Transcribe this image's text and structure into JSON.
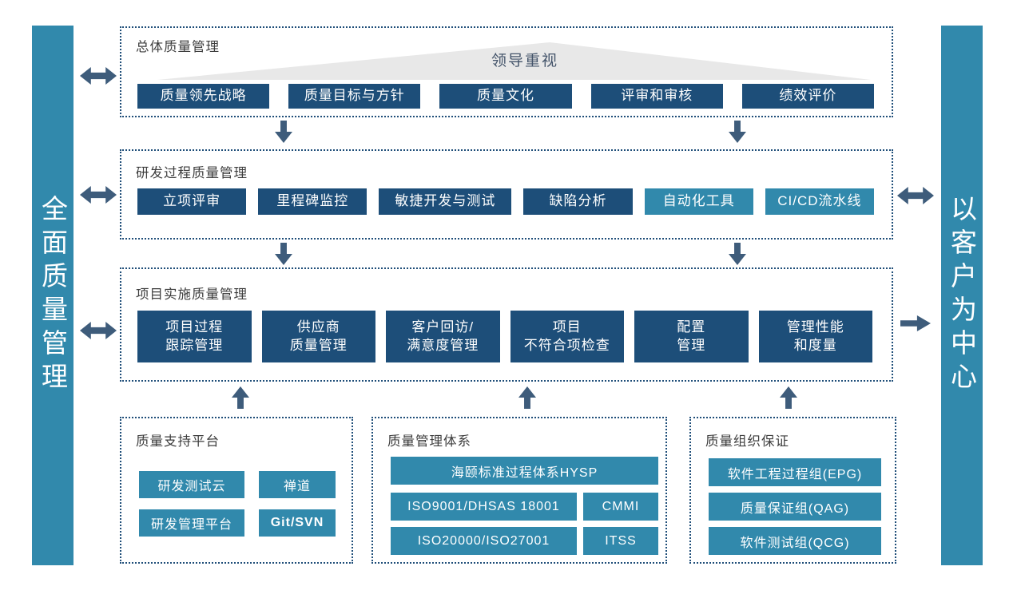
{
  "colors": {
    "navy_block": "#1d4e79",
    "teal_block": "#3189ac",
    "arrow": "#3e5c7b",
    "dotted_border": "#1f4e79",
    "triangle_fill": "#e8e8e8",
    "banner_text": "#44546a"
  },
  "left_bar": {
    "text": "全面质量管理"
  },
  "right_bar": {
    "text": "以客户为中心"
  },
  "sections": {
    "overall": {
      "title": "总体质量管理",
      "banner": "领导重视",
      "items": [
        "质量领先战略",
        "质量目标与方针",
        "质量文化",
        "评审和审核",
        "绩效评价"
      ]
    },
    "rnd": {
      "title": "研发过程质量管理",
      "items": [
        "立项评审",
        "里程碑监控",
        "敏捷开发与测试",
        "缺陷分析",
        "自动化工具",
        "CI/CD流水线"
      ]
    },
    "project": {
      "title": "项目实施质量管理",
      "items": [
        "项目过程\n跟踪管理",
        "供应商\n质量管理",
        "客户回访/\n满意度管理",
        "项目\n不符合项检查",
        "配置\n管理",
        "管理性能\n和度量"
      ]
    },
    "platform": {
      "title": "质量支持平台",
      "items": [
        "研发测试云",
        "禅道",
        "研发管理平台",
        "Git/SVN"
      ]
    },
    "system": {
      "title": "质量管理体系",
      "items": [
        "海颐标准过程体系HYSP",
        "ISO9001/DHSAS 18001",
        "CMMI",
        "ISO20000/ISO27001",
        "ITSS"
      ]
    },
    "org": {
      "title": "质量组织保证",
      "items": [
        "软件工程过程组(EPG)",
        "质量保证组(QAG)",
        "软件测试组(QCG)"
      ]
    }
  }
}
